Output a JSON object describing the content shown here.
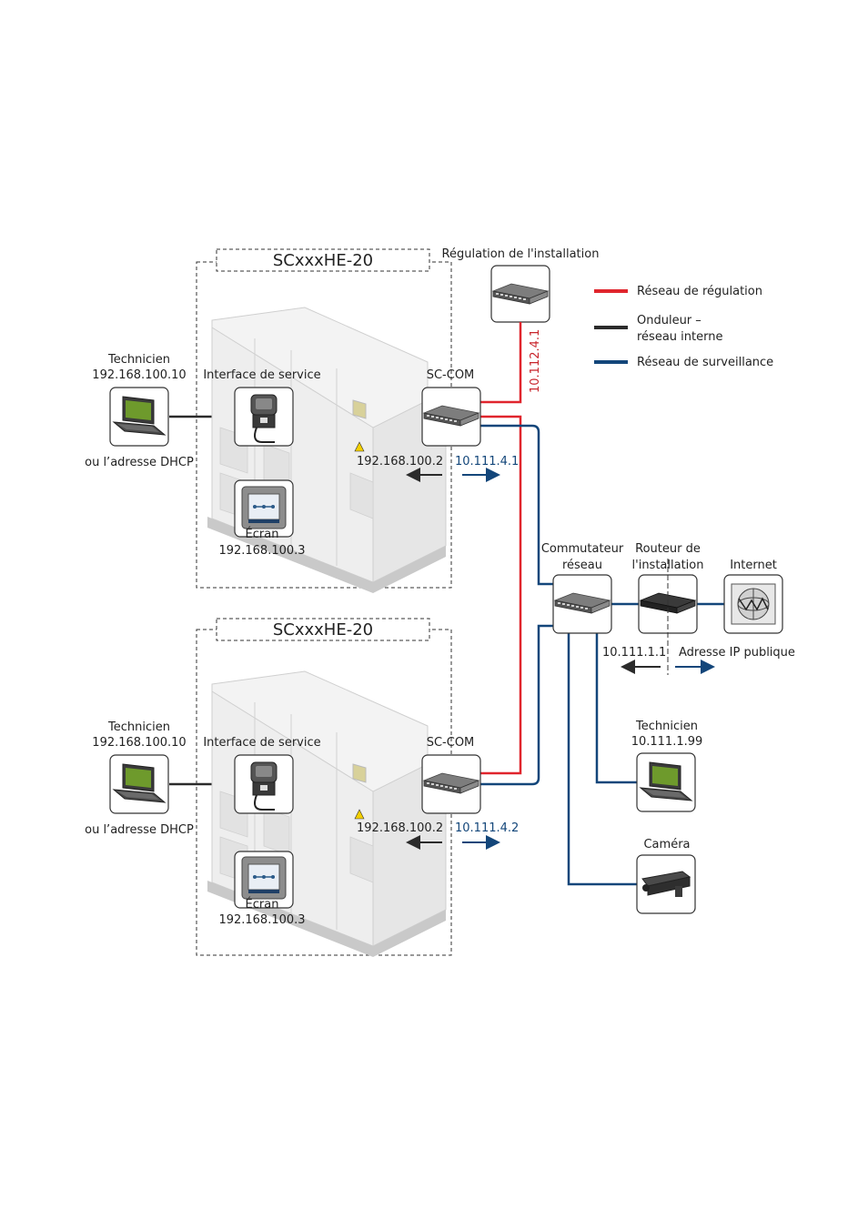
{
  "colors": {
    "regulation": "#e0252d",
    "internal": "#2b2b2b",
    "surveillance": "#13467a"
  },
  "legend": [
    {
      "line1": "Réseau de régulation",
      "line2": "",
      "color": "#e0252d"
    },
    {
      "line1": "Onduleur –",
      "line2": "réseau interne",
      "color": "#2b2b2b"
    },
    {
      "line1": "Réseau de surveillance",
      "line2": "",
      "color": "#13467a"
    }
  ],
  "plant_control": {
    "label": "Régulation de l'installation",
    "ip": "10.112.4.1",
    "icon": "switch-icon"
  },
  "inverters": [
    {
      "title": "SCxxxHE-20",
      "technician_name": "Technicien",
      "technician_ip": "192.168.100.10",
      "dhcp_note": "ou l’adresse DHCP",
      "service_interface": "Interface de service",
      "sccom": "SC-COM",
      "internal_ip": "192.168.100.2",
      "surveillance_ip": "10.111.4.1",
      "screen_label": "Écran",
      "screen_ip": "192.168.100.3"
    },
    {
      "title": "SCxxxHE-20",
      "technician_name": "Technicien",
      "technician_ip": "192.168.100.10",
      "dhcp_note": "ou l’adresse DHCP",
      "service_interface": "Interface de service",
      "sccom": "SC-COM",
      "internal_ip": "192.168.100.2",
      "surveillance_ip": "10.111.4.2",
      "screen_label": "Écran",
      "screen_ip": "192.168.100.3"
    }
  ],
  "network_switch": {
    "line1": "Commutateur",
    "line2": "réseau",
    "icon": "switch-icon"
  },
  "router": {
    "line1": "Routeur de",
    "line2": "l'installation",
    "ip": "10.111.1.1",
    "public_ip": "Adresse IP publique",
    "icon": "router-icon"
  },
  "internet": {
    "label": "Internet",
    "icon": "globe-www-icon"
  },
  "remote_technician": {
    "name": "Technicien",
    "ip": "10.111.1.99",
    "icon": "laptop-icon"
  },
  "camera": {
    "label": "Caméra",
    "icon": "camera-icon"
  }
}
